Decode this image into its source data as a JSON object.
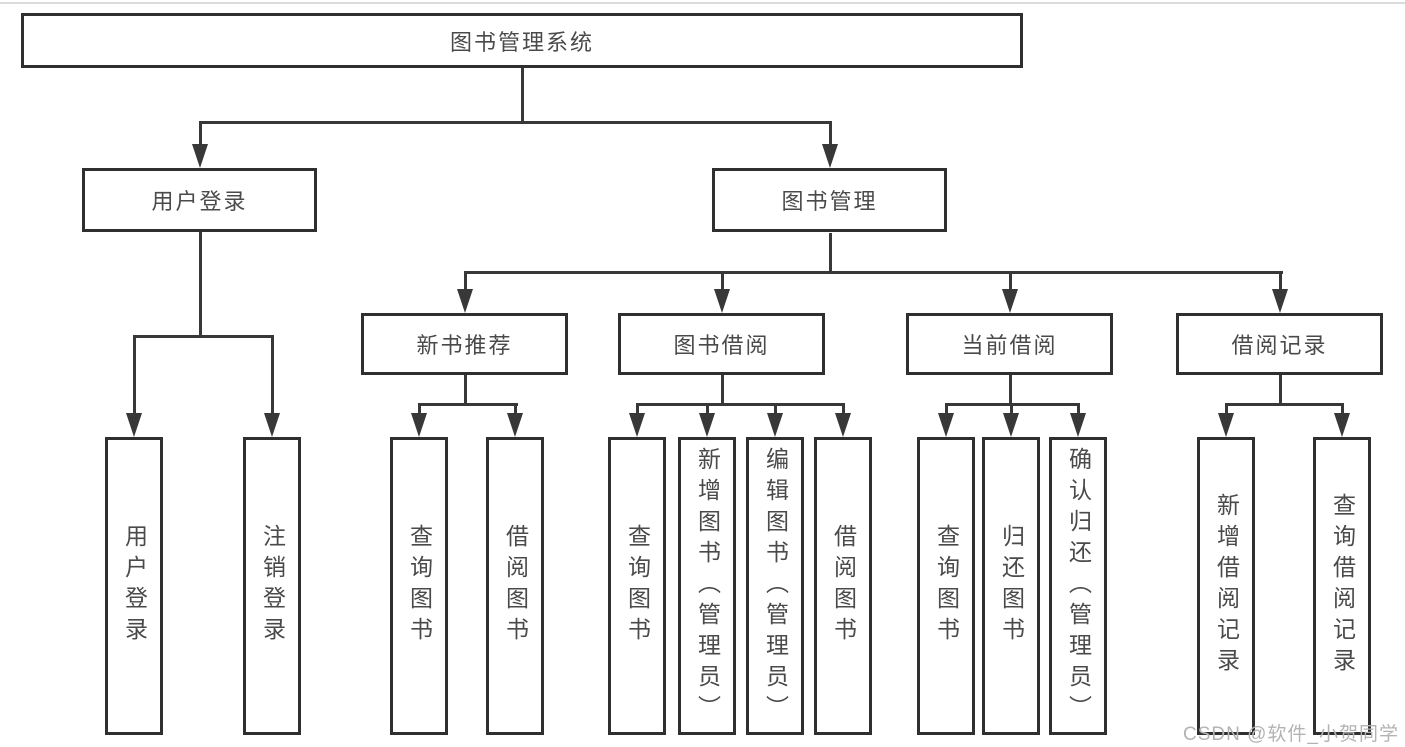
{
  "diagram": {
    "type": "tree",
    "root": {
      "label": "图书管理系统",
      "children": [
        {
          "label": "用户登录",
          "children": [
            {
              "label": "用户登录"
            },
            {
              "label": "注销登录"
            }
          ]
        },
        {
          "label": "图书管理",
          "children": [
            {
              "label": "新书推荐",
              "children": [
                {
                  "label": "查询图书"
                },
                {
                  "label": "借阅图书"
                }
              ]
            },
            {
              "label": "图书借阅",
              "children": [
                {
                  "label": "查询图书"
                },
                {
                  "label": "新增图书（管理员）"
                },
                {
                  "label": "编辑图书（管理员）"
                },
                {
                  "label": "借阅图书"
                }
              ]
            },
            {
              "label": "当前借阅",
              "children": [
                {
                  "label": "查询图书"
                },
                {
                  "label": "归还图书"
                },
                {
                  "label": "确认归还（管理员）"
                }
              ]
            },
            {
              "label": "借阅记录",
              "children": [
                {
                  "label": "新增借阅记录"
                },
                {
                  "label": "查询借阅记录"
                }
              ]
            }
          ]
        }
      ]
    }
  },
  "watermark": {
    "text": "CSDN @软件_小贺同学"
  },
  "colors": {
    "line": "#383838",
    "border": "#2f2f2f",
    "text": "#4a4a4a",
    "watermark": "#b3b3b3",
    "background": "#ffffff"
  }
}
